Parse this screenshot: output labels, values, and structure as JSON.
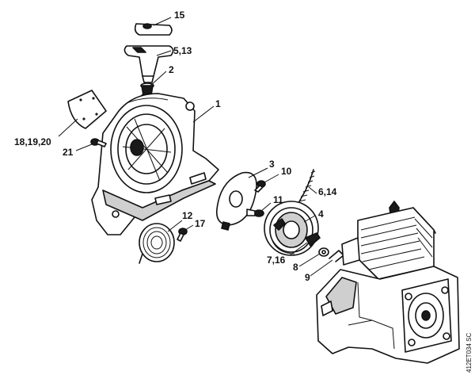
{
  "labels": {
    "p15": "15",
    "p5_13": "5,13",
    "p2": "2",
    "p1": "1",
    "p18_19_20": "18,19,20",
    "p21": "21",
    "p3": "3",
    "p10": "10",
    "p11": "11",
    "p6_14": "6,14",
    "p4": "4",
    "p12": "12",
    "p17": "17",
    "p7_16": "7,16",
    "p8": "8",
    "p9": "9"
  },
  "drawing_code": "412ET034 SC",
  "colors": {
    "line": "#111111",
    "background": "#ffffff"
  }
}
